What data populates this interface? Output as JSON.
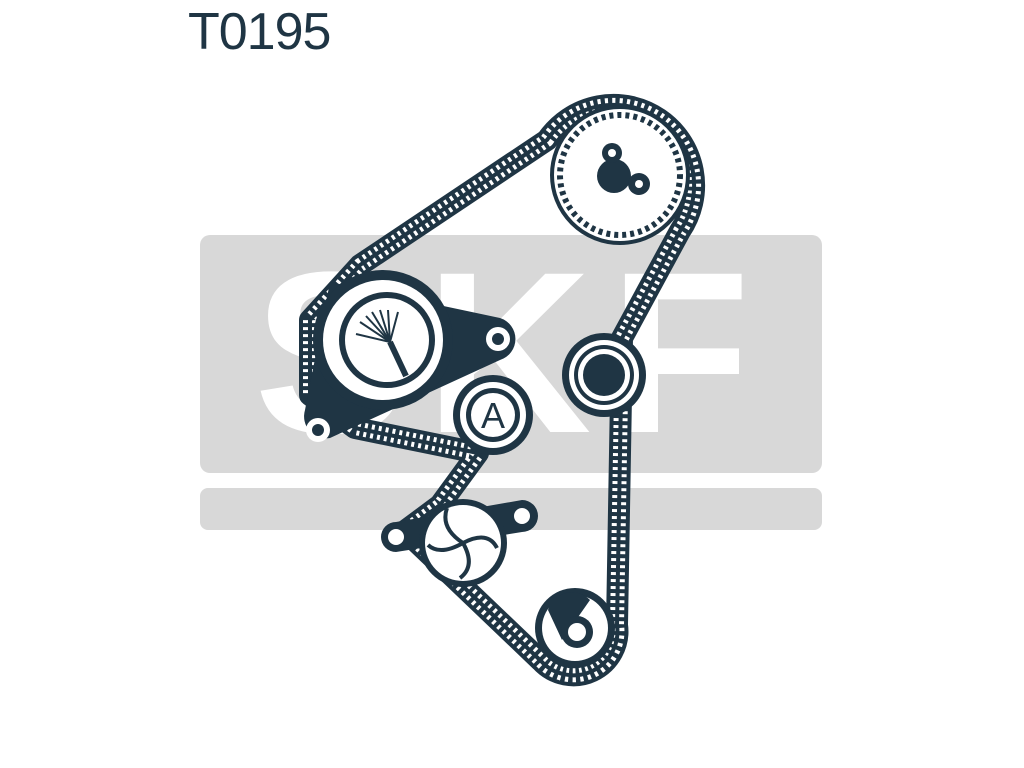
{
  "part_number": "T0195",
  "brand_watermark": "SKF",
  "pulley_label": "A",
  "colors": {
    "ink": "#1f3544",
    "watermark": "#d8d8d8",
    "background": "#ffffff"
  }
}
